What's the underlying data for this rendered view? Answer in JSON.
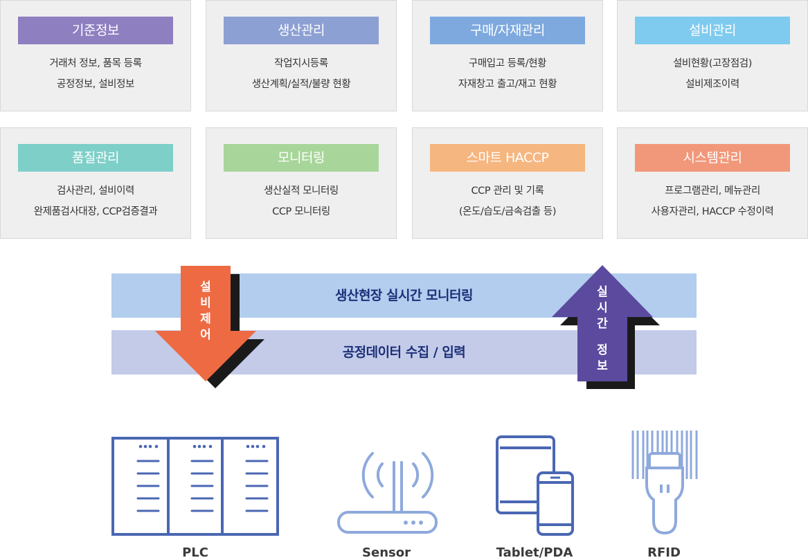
{
  "modules": [
    {
      "title": "기준정보",
      "line1": "거래처 정보, 품목 등록",
      "line2": "공정정보, 설비정보",
      "color": "#8e7fc1"
    },
    {
      "title": "생산관리",
      "line1": "작업지시등록",
      "line2": "생산계획/실적/불량 현황",
      "color": "#8da0d3"
    },
    {
      "title": "구매/자재관리",
      "line1": "구매입고 등록/현황",
      "line2": "자재창고 출고/재고 현황",
      "color": "#7ea9df"
    },
    {
      "title": "설비관리",
      "line1": "설비현황(고장점검)",
      "line2": "설비제조이력",
      "color": "#7fcbef"
    },
    {
      "title": "품질관리",
      "line1": "검사관리, 설비이력",
      "line2": "완제품검사대장, CCP검증결과",
      "color": "#7fcfc9"
    },
    {
      "title": "모니터링",
      "line1": "생산실적 모니터링",
      "line2": "CCP 모니터링",
      "color": "#a8d69a"
    },
    {
      "title": "스마트 HACCP",
      "line1": "CCP 관리 및 기록",
      "line2": "(온도/습도/금속검출 등)",
      "color": "#f6b680"
    },
    {
      "title": "시스템관리",
      "line1": "프로그램관리, 메뉴관리",
      "line2": "사용자관리, HACCP 수정이력",
      "color": "#f2987a"
    }
  ],
  "flow": {
    "top_band": "생산현장 실시간 모니터링",
    "bottom_band": "공정데이터 수집 / 입력",
    "down_arrow": "설비제어",
    "up_arrow_line1": "실시간",
    "up_arrow_line2": "정보",
    "down_color": "#ee6a43",
    "up_color": "#5b4a9e"
  },
  "devices": [
    {
      "label": "PLC",
      "icon": "plc-cabinet-icon"
    },
    {
      "label": "Sensor",
      "icon": "wireless-sensor-icon"
    },
    {
      "label": "Tablet/PDA",
      "icon": "tablet-phone-icon"
    },
    {
      "label": "RFID",
      "icon": "rfid-scanner-icon"
    }
  ]
}
